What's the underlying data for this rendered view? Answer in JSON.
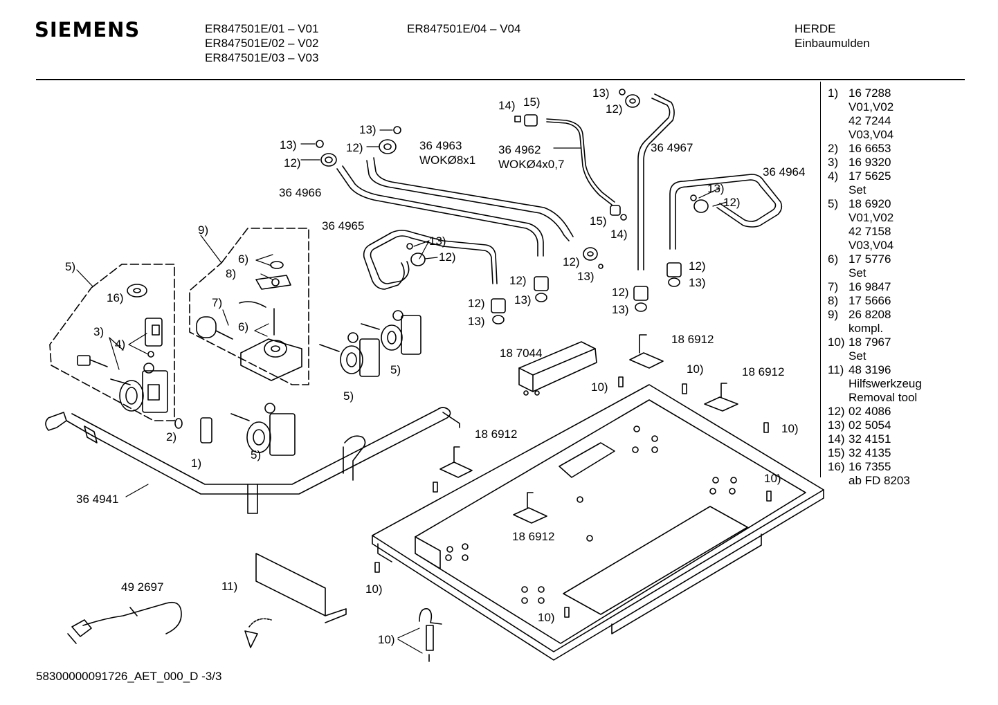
{
  "header": {
    "brand": "SIEMENS",
    "models_col1": [
      "ER847501E/01   – V01",
      "ER847501E/02   – V02",
      "ER847501E/03   – V03"
    ],
    "models_col2": "ER847501E/04 – V04",
    "category": "HERDE",
    "subcategory": "Einbaumulden"
  },
  "parts_list": [
    {
      "num": "1)",
      "lines": [
        "16 7288",
        "V01,V02",
        "42 7244",
        "V03,V04"
      ]
    },
    {
      "num": "2)",
      "lines": [
        "16 6653"
      ]
    },
    {
      "num": "3)",
      "lines": [
        "16 9320"
      ]
    },
    {
      "num": "4)",
      "lines": [
        "17 5625",
        "Set"
      ]
    },
    {
      "num": "5)",
      "lines": [
        "18 6920",
        "V01,V02",
        "42 7158",
        "V03,V04"
      ]
    },
    {
      "num": "6)",
      "lines": [
        "17 5776",
        "Set"
      ]
    },
    {
      "num": "7)",
      "lines": [
        "16 9847"
      ]
    },
    {
      "num": "8)",
      "lines": [
        "17 5666"
      ]
    },
    {
      "num": "9)",
      "lines": [
        "26 8208",
        "kompl."
      ]
    },
    {
      "num": "10)",
      "lines": [
        "18 7967",
        "Set"
      ]
    },
    {
      "num": "11)",
      "lines": [
        "48 3196",
        "Hilfswerkzeug",
        "Removal tool"
      ]
    },
    {
      "num": "12)",
      "lines": [
        "02 4086"
      ]
    },
    {
      "num": "13)",
      "lines": [
        "02 5054"
      ]
    },
    {
      "num": "14)",
      "lines": [
        "32 4151"
      ]
    },
    {
      "num": "15)",
      "lines": [
        "32 4135"
      ]
    },
    {
      "num": "16)",
      "lines": [
        "16 7355",
        "ab FD 8203"
      ]
    }
  ],
  "callouts": {
    "c13a": "13)",
    "c12a": "12)",
    "c14a": "14)",
    "c15a": "15)",
    "c13b": "13)",
    "c12b": "12)",
    "p364963": "36 4963",
    "wok8": "WOKØ8x1",
    "c13c": "13)",
    "c12c": "12)",
    "p364966": "36 4966",
    "p364962": "36 4962",
    "wok4": "WOKØ4x0,7",
    "p364967": "36 4967",
    "p364964": "36 4964",
    "c13d": "13)",
    "c12d": "12)",
    "c15b": "15)",
    "c14b": "14)",
    "p364965": "36 4965",
    "c13e": "13)",
    "c12e": "12)",
    "c12f": "12)",
    "c13f": "13)",
    "c12g": "12)",
    "c13g": "13)",
    "c12h": "12)",
    "c13h": "13)",
    "c12i": "12)",
    "c13i": "13)",
    "c12j": "12)",
    "c13j": "13)",
    "c9": "9)",
    "c6a": "6)",
    "c8": "8)",
    "c7": "7)",
    "c6b": "6)",
    "c5a": "5)",
    "c16": "16)",
    "c3": "3)",
    "c4": "4)",
    "c2": "2)",
    "c1": "1)",
    "c5b": "5)",
    "c5c": "5)",
    "c5d": "5)",
    "p187044": "18 7044",
    "p186912a": "18 6912",
    "p186912b": "18 6912",
    "p186912c": "18 6912",
    "p186912d": "18 6912",
    "c10a": "10)",
    "c10b": "10)",
    "c10c": "10)",
    "c10d": "10)",
    "c10e": "10)",
    "c10f": "10)",
    "c10g": "10)",
    "p364941": "36 4941",
    "p492697": "49 2697",
    "c11": "11)"
  },
  "footer": "58300000091726_AET_000_D   -3/3"
}
